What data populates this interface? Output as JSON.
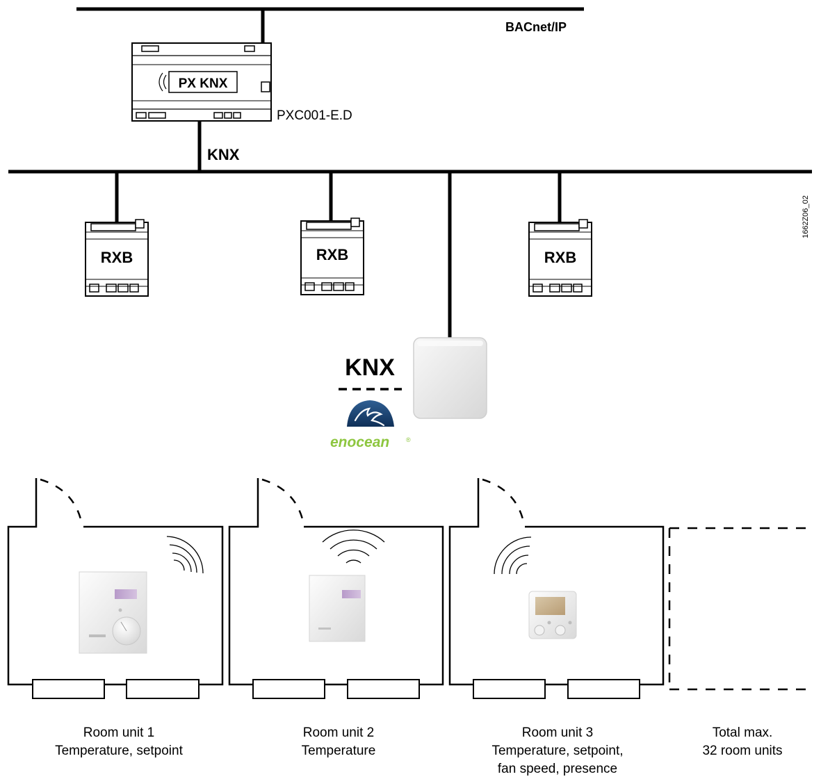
{
  "network": {
    "bacnet_label": "BACnet/IP",
    "knx_bus_label": "KNX"
  },
  "controller": {
    "face_label": "PX KNX",
    "model_label": "PXC001-E.D"
  },
  "rxb_modules": [
    {
      "label": "RXB"
    },
    {
      "label": "RXB"
    },
    {
      "label": "RXB"
    }
  ],
  "gateway": {
    "knx_label": "KNX",
    "enocean_label": "enocean",
    "enocean_mark": "®"
  },
  "drawing_code": "1662Z06_02",
  "rooms": [
    {
      "line1": "Room unit 1",
      "line2": "Temperature, setpoint",
      "line3": ""
    },
    {
      "line1": "Room unit 2",
      "line2": "Temperature",
      "line3": ""
    },
    {
      "line1": "Room unit 3",
      "line2": "Temperature, setpoint,",
      "line3": "fan speed, presence"
    },
    {
      "line1": "Total max.",
      "line2": "32 room units",
      "line3": ""
    }
  ]
}
